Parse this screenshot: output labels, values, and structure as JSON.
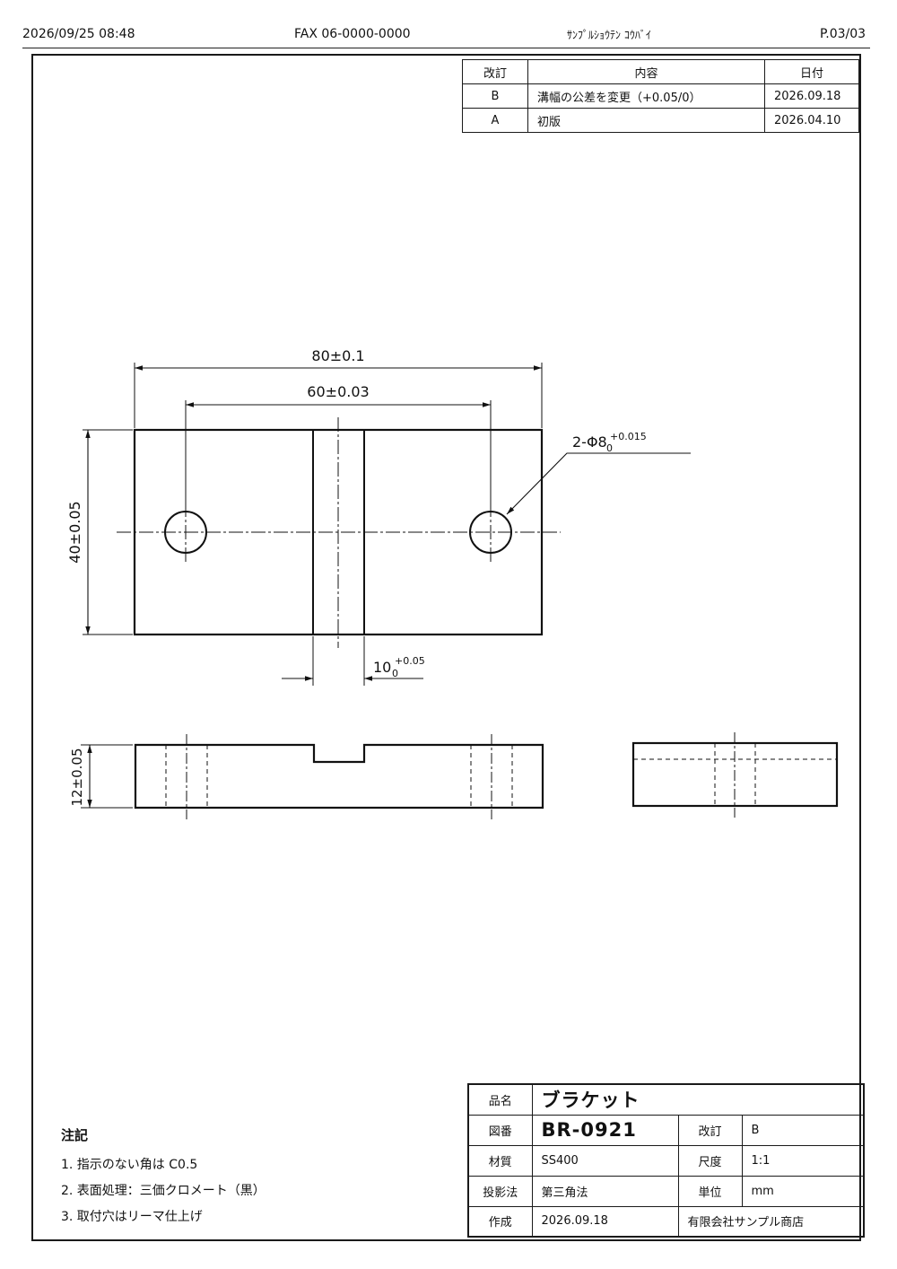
{
  "fax_header": {
    "datetime": "2026/09/25 08:48",
    "fax_number": "FAX 06-0000-0000",
    "sender": "ｻﾝﾌﾟﾙｼｮｳﾃﾝ ｺｳﾊﾞｲ",
    "page": "P.03/03"
  },
  "revision_table": {
    "headers": [
      "改訂",
      "内容",
      "日付"
    ],
    "rows": [
      {
        "rev": "B",
        "content": "溝幅の公差を変更（+0.05/0）",
        "date": "2026.09.18"
      },
      {
        "rev": "A",
        "content": "初版",
        "date": "2026.04.10"
      }
    ]
  },
  "drawing": {
    "dim_length": "80±0.1",
    "dim_hole_pitch": "60±0.03",
    "dim_height": "40±0.05",
    "dim_thickness": "12±0.05",
    "hole_note_main": "2-Φ8",
    "hole_note_lower": "0",
    "hole_note_upper": "+0.015",
    "slot_main": "10",
    "slot_lower": "0",
    "slot_upper": "+0.05"
  },
  "notes": {
    "title": "注記",
    "items": [
      "1. 指示のない角は C0.5",
      "2. 表面処理：三価クロメート（黒）",
      "3. 取付穴はリーマ仕上げ"
    ]
  },
  "title_block": {
    "part_name_label": "品名",
    "part_name": "ブラケット",
    "drawing_no_label": "図番",
    "drawing_no": "BR-0921",
    "revision_label": "改訂",
    "revision": "B",
    "material_label": "材質",
    "material": "SS400",
    "scale_label": "尺度",
    "scale": "1:1",
    "projection_label": "投影法",
    "projection": "第三角法",
    "unit_label": "単位",
    "unit": "mm",
    "created_label": "作成",
    "created": "2026.09.18",
    "company": "有限会社サンプル商店"
  }
}
